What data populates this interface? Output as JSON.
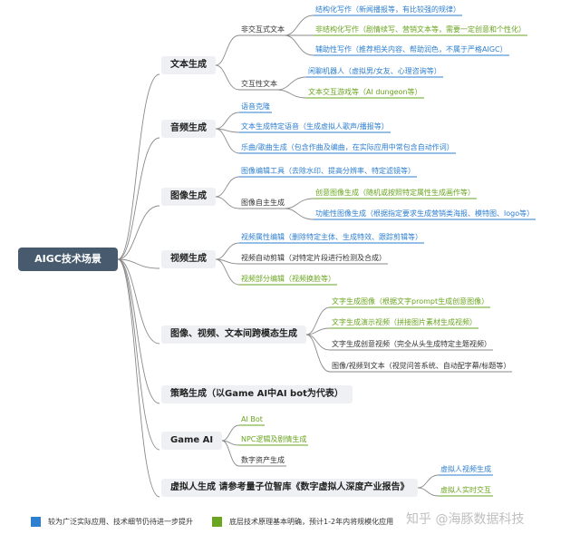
{
  "colors": {
    "blue": "#2d7fd0",
    "green": "#6aa51f",
    "line_gray": "#8a8a8a",
    "root_bg": "#475a6e"
  },
  "root": "AIGC技术场景",
  "categories": {
    "text": "文本生成",
    "audio": "音频生成",
    "image": "图像生成",
    "video": "视频生成",
    "cross": "图像、视频、文本间跨模态生成",
    "strategy": "策略生成（以Game AI中AI bot为代表）",
    "gameai": "Game AI",
    "virtual": "虚拟人生成  请参考量子位智库《数字虚拟人深度产业报告》"
  },
  "subs": {
    "non_interactive": "非交互式文本",
    "interactive": "交互性文本",
    "image_auto": "图像自主生成"
  },
  "leaves": {
    "t1": "结构化写作（新闻播报等，有比较强的规律）",
    "t2": "非结构化写作（剧情续写、营销文本等，需要一定创意和个性化）",
    "t3": "辅助性写作（推荐相关内容、帮助润色，不属于严格AIGC）",
    "t4": "闲聊机器人（虚拟男/女友、心理咨询等）",
    "t5": "文本交互游戏等（AI dungeon等）",
    "a1": "语音克隆",
    "a2": "文本生成特定语音（生成虚拟人歌声/播报等）",
    "a3": "乐曲/歌曲生成（包含作曲及编曲，在实际应用中常包含自动作词）",
    "i1": "图像编辑工具（去除水印、提高分辨率、特定滤镜等）",
    "i2": "创意图像生成（随机或按照特定属性生成画作等）",
    "i3": "功能性图像生成（根据指定要求生成营销类海报、模特图、logo等）",
    "v1": "视频属性编辑（删除特定主体、生成特效、跟踪剪辑等）",
    "v2": "视频自动剪辑（对特定片段进行检测及合成）",
    "v3": "视频部分编辑（视频换脸等）",
    "c1": "文字生成图像（根据文字prompt生成创意图像）",
    "c2": "文字生成演示视频（拼接图片素材生成视频）",
    "c3": "文字生成创意视频（完全从头生成特定主题视频）",
    "c4": "图像/视频到文本（视觉问答系统、自动配字幕/标题等）",
    "g1": "AI Bot",
    "g2": "NPC逻辑及剧情生成",
    "g3": "数字资产生成",
    "h1": "虚拟人视频生成",
    "h2": "虚拟人实时交互"
  },
  "legend": {
    "blue": "较为广泛实际应用、技术细节仍待进一步提升",
    "green": "底层技术原理基本明确，预计1-2年内将规模化应用"
  },
  "watermark": "知乎 @海豚数据科技"
}
